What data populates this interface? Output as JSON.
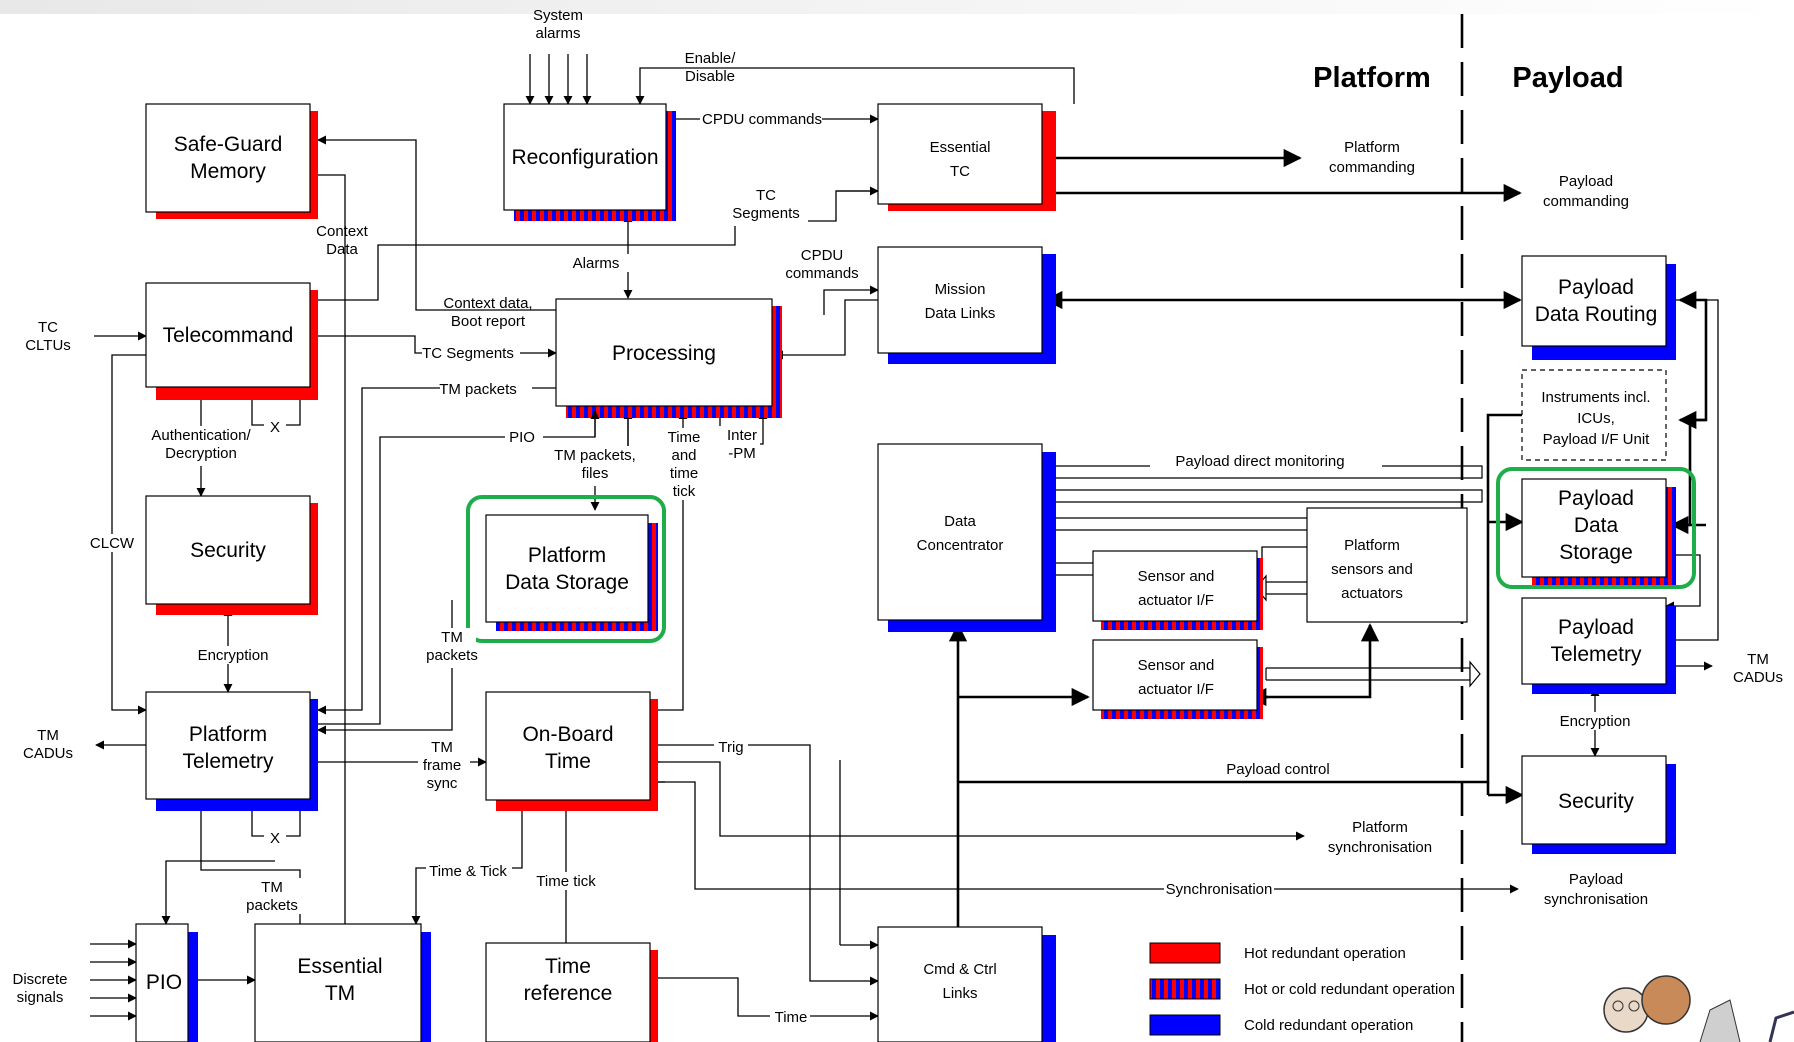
{
  "headers": {
    "platform": "Platform",
    "payload": "Payload"
  },
  "blocks": {
    "safeguard": [
      "Safe-Guard",
      "Memory"
    ],
    "reconfiguration": [
      "Reconfiguration"
    ],
    "essential_tc": [
      "Essential",
      "TC"
    ],
    "telecommand": [
      "Telecommand"
    ],
    "processing": [
      "Processing"
    ],
    "mission_data_links": [
      "Mission",
      "Data Links"
    ],
    "security": [
      "Security"
    ],
    "platform_data_storage": [
      "Platform",
      "Data Storage"
    ],
    "data_concentrator": [
      "Data",
      "Concentrator"
    ],
    "sensor_if_1": [
      "Sensor and",
      "actuator I/F"
    ],
    "sensor_if_2": [
      "Sensor and",
      "actuator I/F"
    ],
    "platform_sensors": [
      "Platform",
      "sensors and",
      "actuators"
    ],
    "platform_telemetry": [
      "Platform",
      "Telemetry"
    ],
    "onboard_time": [
      "On-Board",
      "Time"
    ],
    "pio": [
      "PIO"
    ],
    "essential_tm": [
      "Essential",
      "TM"
    ],
    "time_reference": [
      "Time",
      "reference"
    ],
    "cmd_ctrl_links": [
      "Cmd & Ctrl",
      "Links"
    ],
    "payload_data_routing": [
      "Payload",
      "Data Routing"
    ],
    "instruments": [
      "Instruments incl.",
      "ICUs,",
      "Payload I/F Unit"
    ],
    "payload_data_storage": [
      "Payload",
      "Data",
      "Storage"
    ],
    "payload_telemetry": [
      "Payload",
      "Telemetry"
    ],
    "payload_security": [
      "Security"
    ]
  },
  "labels": {
    "system_alarms": [
      "System",
      "alarms"
    ],
    "enable_disable": [
      "Enable/",
      "Disable"
    ],
    "cpdu_commands": "CPDU commands",
    "tc_segments_top": [
      "TC",
      "Segments"
    ],
    "cpdu_commands_2": [
      "CPDU",
      "commands"
    ],
    "alarms": "Alarms",
    "context_data_top": [
      "Context",
      "Data"
    ],
    "context_boot": [
      "Context data,",
      "Boot report"
    ],
    "tc_cltus": [
      "TC",
      "CLTUs"
    ],
    "tc_segments_mid": "TC Segments",
    "tm_packets_1": "TM packets",
    "pio_label": "PIO",
    "x1": "X",
    "x2": "X",
    "auth_decryption": [
      "Authentication/",
      "Decryption"
    ],
    "tm_packets_files": [
      "TM packets,",
      "files"
    ],
    "time_time_tick": [
      "Time",
      "and",
      "time",
      "tick"
    ],
    "inter_pm": [
      "Inter",
      "-PM"
    ],
    "clcw": "CLCW",
    "encryption_1": "Encryption",
    "tm_packets_2": [
      "TM",
      "packets"
    ],
    "tm_cadus_left": [
      "TM",
      "CADUs"
    ],
    "tm_frame_sync": [
      "TM",
      "frame",
      "sync"
    ],
    "trig": "Trig",
    "time_and_tick": "Time & Tick",
    "time_tick": "Time tick",
    "tm_packets_3": [
      "TM",
      "packets"
    ],
    "discrete_signals": [
      "Discrete",
      "signals"
    ],
    "time": "Time",
    "platform_commanding": [
      "Platform",
      "commanding"
    ],
    "payload_commanding": [
      "Payload",
      "commanding"
    ],
    "payload_direct_monitoring": "Payload direct monitoring",
    "payload_control": "Payload control",
    "platform_synchronisation": [
      "Platform",
      "synchronisation"
    ],
    "synchronisation": "Synchronisation",
    "payload_synchronisation": [
      "Payload",
      "synchronisation"
    ],
    "tm_cadus_right": [
      "TM",
      "CADUs"
    ],
    "encryption_2": "Encryption"
  },
  "legend": {
    "hot": "Hot redundant operation",
    "hot_or_cold": "Hot or cold redundant operation",
    "cold": "Cold redundant operation"
  },
  "colors": {
    "hot": "#ff0000",
    "cold": "#0000ff",
    "highlight": "#1fad4a",
    "line": "#000000"
  }
}
